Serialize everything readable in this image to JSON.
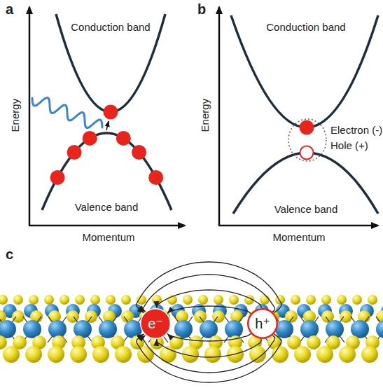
{
  "diagram": {
    "nodes": [
      {
        "text": [
          "e⁻"
        ]
      },
      {
        "text": [
          "h⁺"
        ]
      }
    ],
    "edges": [
      {
        "from": 1,
        "to": 0,
        "arrow": "to"
      },
      {
        "from": 1,
        "to": 0,
        "arrow": "to"
      },
      {
        "from": 1,
        "to": 0,
        "arrow": "to"
      },
      {
        "from": 1,
        "to": 0,
        "arrow": "to"
      },
      {
        "from": 1,
        "to": 0,
        "arrow": "to"
      },
      {
        "from": 1,
        "to": 0,
        "arrow": "to"
      },
      {
        "from": 1,
        "to": 0,
        "arrow": "to"
      },
      {
        "from": 1,
        "to": 0,
        "arrow": "to"
      }
    ],
    "labels": [
      "a",
      "Conduction band",
      "Energy",
      "Valence band",
      "Momentum",
      "b",
      "Conduction band",
      "Electron (-)",
      "Hole (+)",
      "Energy",
      "Valence band",
      "Momentum",
      "c"
    ]
  }
}
